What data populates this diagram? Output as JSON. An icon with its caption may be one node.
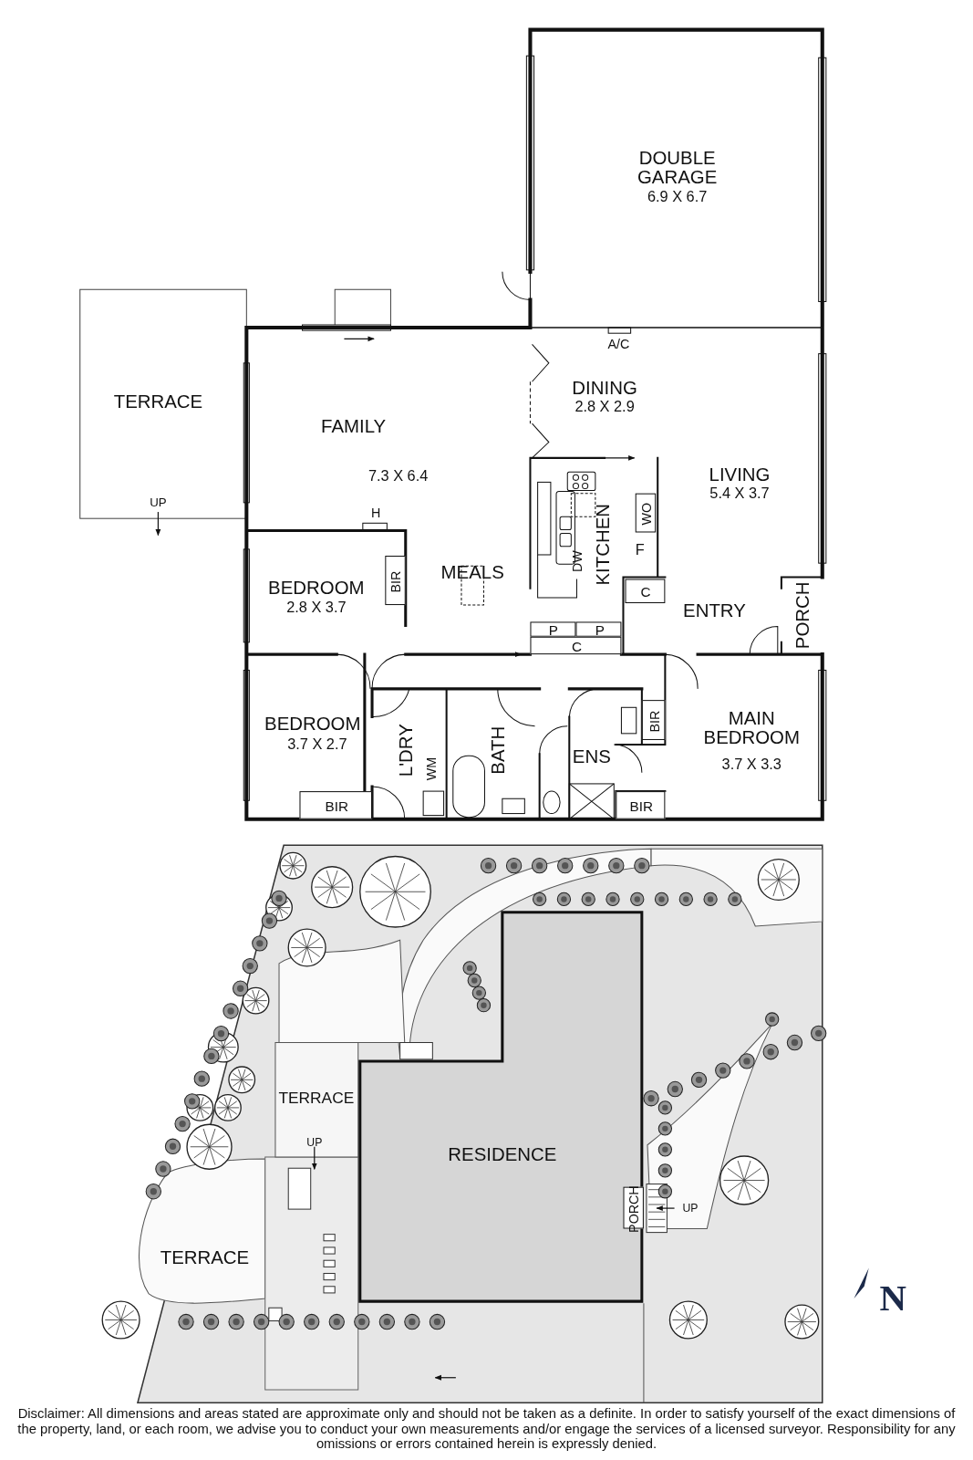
{
  "diagram": {
    "nodes": [
      {
        "text": [
          "DOUBLE GARAGE",
          "6.9 X 6.7"
        ]
      },
      {
        "text": [
          "TERRACE"
        ]
      },
      {
        "text": [
          "FAMILY",
          "7.3 X 6.4"
        ]
      },
      {
        "text": [
          "DINING",
          "2.8 X 2.9"
        ]
      },
      {
        "text": [
          "KITCHEN"
        ]
      },
      {
        "text": [
          "WO"
        ],
        "in": 4
      },
      {
        "text": [
          "LIVING",
          "5.4 X 3.7"
        ]
      },
      {
        "text": [
          "BEDROOM",
          "2.8 X 3.7"
        ]
      },
      {
        "text": [
          "BIR"
        ],
        "in": 7
      },
      {
        "text": [
          "C"
        ]
      },
      {
        "text": [
          "ENTRY"
        ]
      },
      {
        "text": [
          "PORCH"
        ]
      },
      {
        "text": [
          "P"
        ]
      },
      {
        "text": [
          "P"
        ]
      },
      {
        "text": [
          "C"
        ]
      },
      {
        "text": [
          "BEDROOM",
          "3.7 X 2.7"
        ]
      },
      {
        "text": [
          "L'DRY"
        ]
      },
      {
        "text": [
          "BATH"
        ]
      },
      {
        "text": [
          "ENS"
        ]
      },
      {
        "text": [
          "MAIN BEDROOM",
          "3.7 X 3.3"
        ]
      },
      {
        "text": [
          "BIR"
        ],
        "in": 19
      },
      {
        "text": [
          "BIR"
        ],
        "in": 15
      },
      {
        "text": [
          "BIR"
        ],
        "in": 19
      },
      {
        "text": [
          "TERRACE"
        ]
      },
      {
        "text": [
          "RESIDENCE"
        ]
      },
      {
        "text": [
          "PORCH"
        ],
        "in": 24
      },
      {
        "text": [
          "TERRACE"
        ]
      }
    ],
    "labels": [
      "MEALS",
      "A/C",
      "H",
      "DW",
      "F",
      "WM",
      "UP",
      "UP",
      "UP",
      "N",
      "Disclaimer: All dimensions and areas stated are approximate only and should not be taken as a definite. In order to satisfy yourself of the exact dimensions of the property, land, or each room, we advise you to conduct your own measurements and/or engage the services of a licensed surveyor. Responsibility for any omissions or errors contained herein is expressly denied."
    ]
  }
}
